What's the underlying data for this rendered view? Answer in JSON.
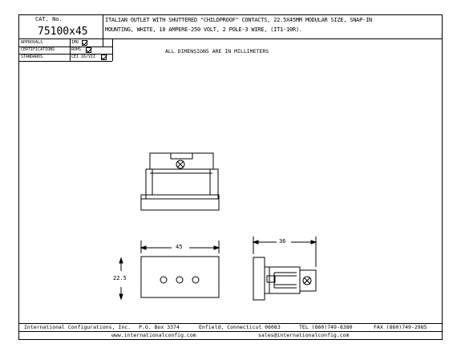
{
  "header": {
    "cat_label": "CAT. No.",
    "cat_number": "75100x45",
    "description_line1": "ITALIAN OUTLET WITH SHUTTERED \"CHILDPROOF\" CONTACTS, 22.5X45MM MODULAR SIZE, SNAP-IN",
    "description_line2": "MOUNTING, WHITE, 10 AMPERE-250 VOLT, 2 POLE-3 WIRE, (IT1-10R).",
    "note": "ALL DIMENSIONS ARE IN MILLIMETERS"
  },
  "approvals": [
    {
      "label": "APPROVALS",
      "value": "IMQ",
      "checked": true
    },
    {
      "label": "CERTIFICATIONS",
      "value": "ROHS",
      "checked": true
    },
    {
      "label": "STANDARDS",
      "value": "CEI 16/VII",
      "checked": true
    }
  ],
  "dimensions": {
    "width": "45",
    "height": "22.5",
    "depth": "36"
  },
  "footer": {
    "company": "International Configurations, Inc.",
    "po_box": "P.O. Box 3374",
    "city": "Enfield, Connecticut 06083",
    "tel": "TEL (860)749-8380",
    "fax": "FAX (860)749-2985",
    "website": "www.internationalconfig.com",
    "email": "sales@internationalconfig.com"
  }
}
